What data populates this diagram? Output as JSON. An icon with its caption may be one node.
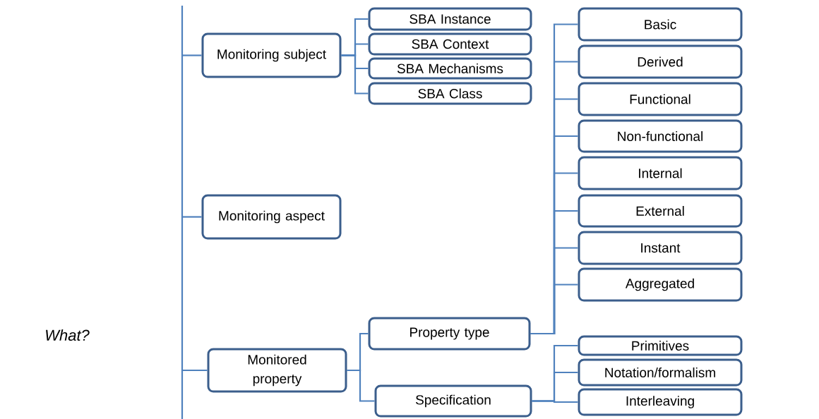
{
  "diagram": {
    "nodes": [
      {
        "text": [
          "Monitoring subject"
        ]
      },
      {
        "text": [
          "SBA Instance"
        ]
      },
      {
        "text": [
          "SBA Context"
        ]
      },
      {
        "text": [
          "SBA Mechanisms"
        ]
      },
      {
        "text": [
          "SBA Class"
        ]
      },
      {
        "text": [
          "Monitoring aspect"
        ]
      },
      {
        "text": [
          "Basic"
        ]
      },
      {
        "text": [
          "Derived"
        ]
      },
      {
        "text": [
          "Functional"
        ]
      },
      {
        "text": [
          "Non-functional"
        ]
      },
      {
        "text": [
          "Internal"
        ]
      },
      {
        "text": [
          "External"
        ]
      },
      {
        "text": [
          "Instant"
        ]
      },
      {
        "text": [
          "Aggregated"
        ]
      },
      {
        "text": [
          "Monitored property"
        ]
      },
      {
        "text": [
          "Property type"
        ]
      },
      {
        "text": [
          "Specification"
        ]
      },
      {
        "text": [
          "Primitives"
        ]
      },
      {
        "text": [
          "Notation/formalism"
        ]
      },
      {
        "text": [
          "Interleaving"
        ]
      }
    ],
    "edges": [
      {
        "from": null,
        "to": 0,
        "arrow": "none"
      },
      {
        "from": null,
        "to": 5,
        "arrow": "none"
      },
      {
        "from": null,
        "to": 14,
        "arrow": "none"
      },
      {
        "from": 0,
        "to": 1,
        "arrow": "none"
      },
      {
        "from": 0,
        "to": 2,
        "arrow": "none"
      },
      {
        "from": 0,
        "to": 3,
        "arrow": "none"
      },
      {
        "from": 0,
        "to": 4,
        "arrow": "none"
      },
      {
        "from": 14,
        "to": 15,
        "arrow": "none"
      },
      {
        "from": 14,
        "to": 16,
        "arrow": "none"
      },
      {
        "from": 15,
        "to": 6,
        "arrow": "none"
      },
      {
        "from": 15,
        "to": 7,
        "arrow": "none"
      },
      {
        "from": 15,
        "to": 8,
        "arrow": "none"
      },
      {
        "from": 15,
        "to": 9,
        "arrow": "none"
      },
      {
        "from": 15,
        "to": 10,
        "arrow": "none"
      },
      {
        "from": 15,
        "to": 11,
        "arrow": "none"
      },
      {
        "from": 15,
        "to": 12,
        "arrow": "none"
      },
      {
        "from": 15,
        "to": 13,
        "arrow": "none"
      },
      {
        "from": 16,
        "to": 17,
        "arrow": "none"
      },
      {
        "from": 16,
        "to": 18,
        "arrow": "none"
      },
      {
        "from": 16,
        "to": 19,
        "arrow": "none"
      }
    ],
    "labels": [
      "What?"
    ]
  }
}
